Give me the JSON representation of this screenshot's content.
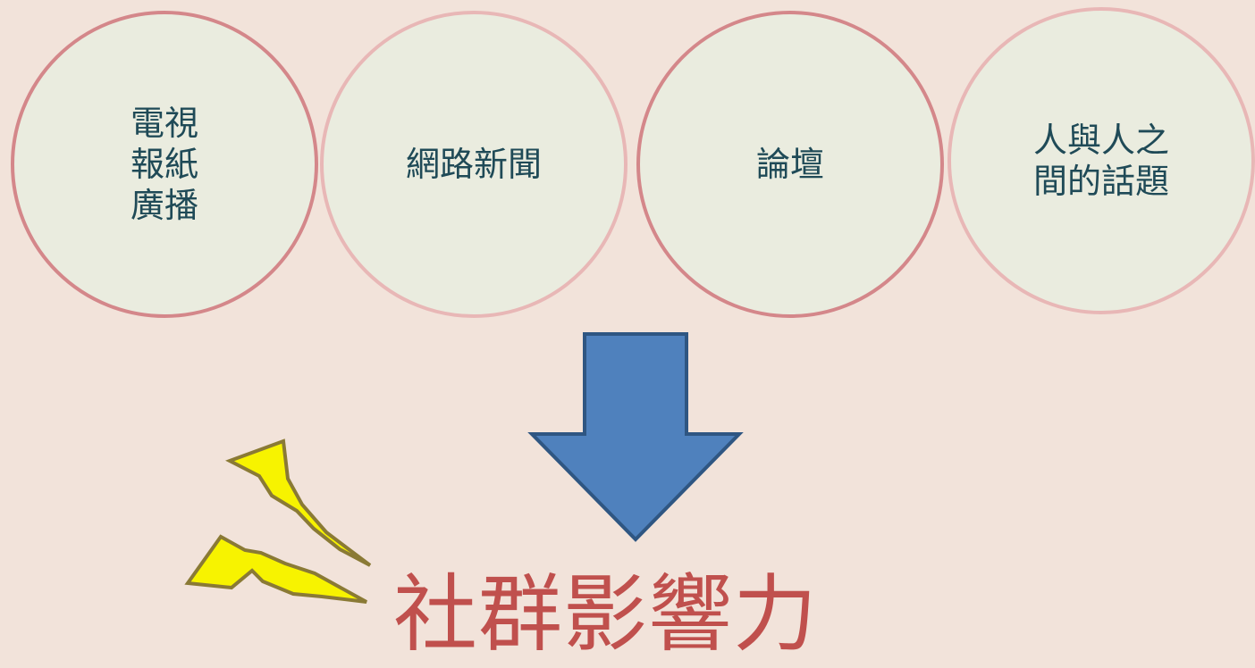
{
  "sources": [
    {
      "label": "電視\n報紙\n廣播"
    },
    {
      "label": "網路新聞"
    },
    {
      "label": "論壇"
    },
    {
      "label": "人與人之\n間的話題"
    }
  ],
  "result": {
    "label": "社群影響力"
  },
  "colors": {
    "background": "#f2e3da",
    "circle_fill": "#eaecdf",
    "circle_border_dark": "#d4878a",
    "circle_border_light": "#e8b7b6",
    "circle_text": "#1f4a57",
    "arrow_fill": "#4f81bd",
    "arrow_stroke": "#2f5682",
    "bolt_fill": "#f7f300",
    "bolt_stroke": "#8a7a35",
    "result_text": "#c0504d"
  },
  "icons": {
    "arrow": "down-arrow-icon",
    "bolt": "lightning-icon"
  }
}
